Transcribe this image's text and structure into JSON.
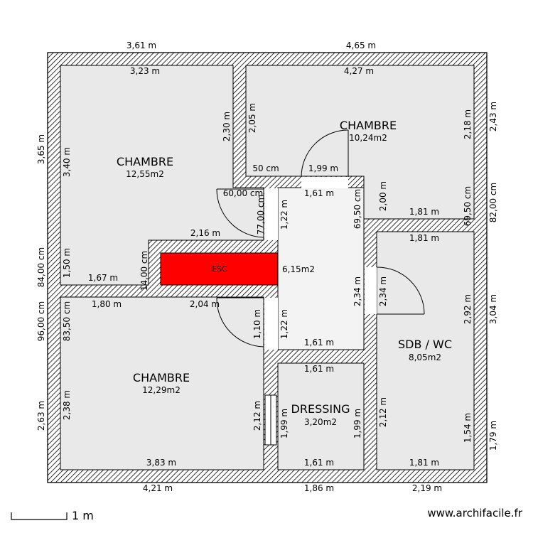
{
  "rooms": {
    "bedroom_nw": {
      "name": "CHAMBRE",
      "area": "12,55m2"
    },
    "bedroom_ne": {
      "name": "CHAMBRE",
      "area": "10,24m2"
    },
    "bedroom_sw": {
      "name": "CHAMBRE",
      "area": "12,29m2"
    },
    "hall": {
      "area": "6,15m2"
    },
    "dressing": {
      "name": "DRESSING",
      "area": "3,20m2"
    },
    "bathroom": {
      "name": "SDB / WC",
      "area": "8,05m2"
    }
  },
  "stair": {
    "label": "ESC",
    "color": "#ff0000"
  },
  "dimensions": {
    "top_left_outer": "3,61 m",
    "top_right_outer": "4,65 m",
    "nw_inner_top": "3,23 m",
    "ne_inner_top": "4,27 m",
    "left_outer_top": "3,65 m",
    "nw_inner_left": "3,40 m",
    "mid_wall_2_30": "2,30 m",
    "mid_wall_2_05": "2,05 m",
    "ne_right_inner": "2,18 m",
    "right_outer_top": "2,43 m",
    "ne_50cm": "50 cm",
    "ne_1_99": "1,99 m",
    "door_60cm": "60,00 cm",
    "hall_top": "1,61 m",
    "hall_left_top": "1,22 m",
    "wall_77cm": "77,00 cm",
    "hall_right_top": "69,50 cm",
    "bath_2_00": "2,00 m",
    "bath_top_outer": "1,81 m",
    "right_69_50": "69,50 cm",
    "right_82cm": "82,00 cm",
    "bath_top_inner": "1,81 m",
    "esc_top": "2,16 m",
    "left_84cm": "84,00 cm",
    "left_1_50": "1,50 m",
    "esc_14cm": "14,00 cm",
    "nw_bottom": "1,67 m",
    "left_96cm": "96,00 cm",
    "sw_left_83_50": "83,50 cm",
    "sw_top_1_80": "1,80 m",
    "sw_top_2_04": "2,04 m",
    "hall_left_bottom": "1,22 m",
    "wall_1_10": "1,10 m",
    "hall_bottom": "1,61 m",
    "hall_right_2_34": "2,34 m",
    "bath_left_2_34": "2,34 m",
    "bath_right_2_92": "2,92 m",
    "right_3_04": "3,04 m",
    "dressing_top": "1,61 m",
    "left_2_63": "2,63 m",
    "sw_left_2_38": "2,38 m",
    "wall_2_12_left": "2,12 m",
    "dressing_left": "1,99 m",
    "dressing_right": "1,99 m",
    "wall_2_12_right": "2,12 m",
    "bath_right_1_54": "1,54 m",
    "right_1_79": "1,79 m",
    "sw_bottom_inner": "3,83 m",
    "dressing_bottom": "1,61 m",
    "bath_bottom": "1,81 m",
    "bottom_left_outer": "4,21 m",
    "bottom_mid_outer": "1,86 m",
    "bottom_right_outer": "2,19 m"
  },
  "scale": {
    "label": "1 m"
  },
  "credit": "www.archifacile.fr"
}
